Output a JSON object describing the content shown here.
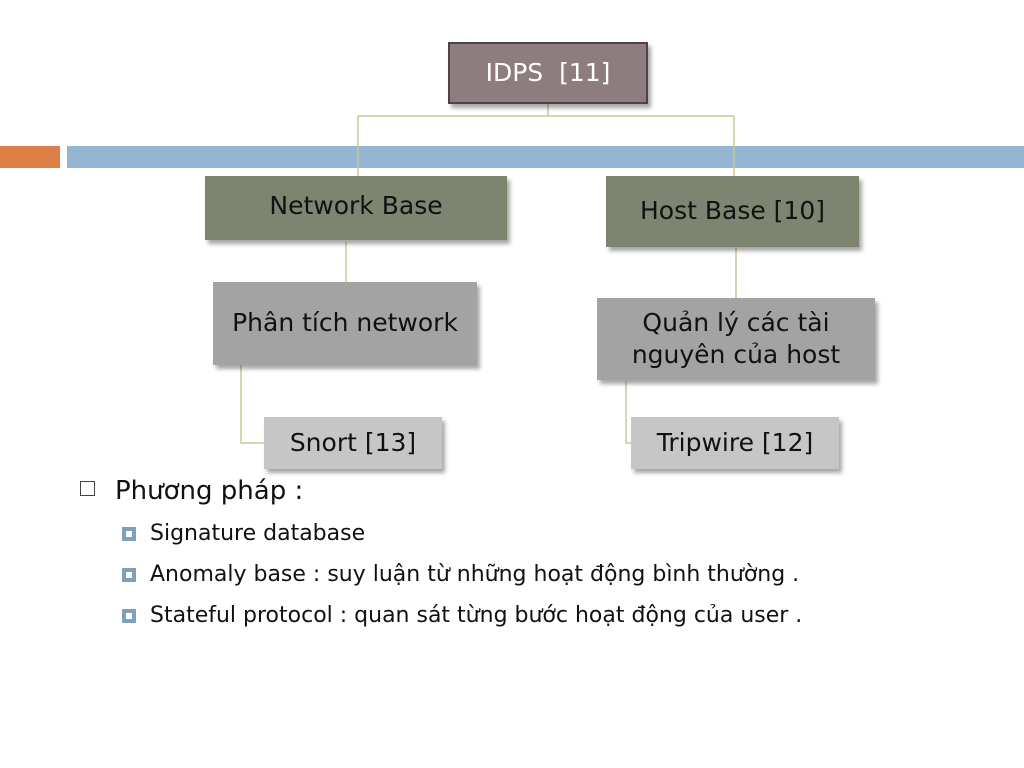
{
  "diagram": {
    "root": "IDPS  [11]",
    "network_base": "Network Base",
    "host_base": "Host Base [10]",
    "network_analysis": "Phân tích network",
    "host_resources_line1": "Quản lý các tài",
    "host_resources_line2": "nguyên của host",
    "snort": "Snort [13]",
    "tripwire": "Tripwire [12]"
  },
  "bullets": {
    "heading": "Phương pháp :",
    "items": [
      "Signature database",
      "Anomaly base  : suy luận từ những hoạt động bình thường .",
      "Stateful protocol : quan sát từng bước hoạt động của user ."
    ]
  },
  "colors": {
    "orange_bar": "#dd8047",
    "blue_bar": "#94b6d2",
    "connector": "#c9c99a",
    "root_fill": "#8e7d7f",
    "level1_fill": "#7d8570",
    "level2_fill": "#a3a3a3",
    "level3_fill": "#c6c6c6"
  }
}
